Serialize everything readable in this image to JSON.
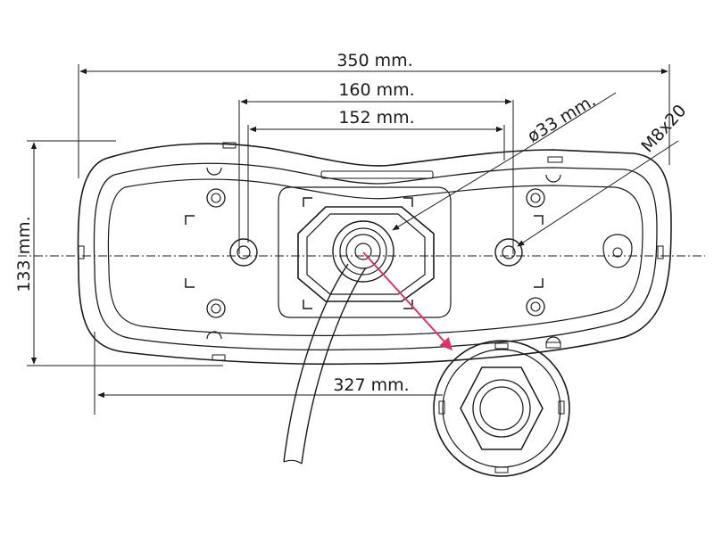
{
  "dimensions": {
    "overall_width": "350 mm.",
    "hole_spacing": "160 mm.",
    "inner_spacing": "152 mm.",
    "height": "133 mm.",
    "base_width": "327 mm.",
    "cable_diameter": "ø33 mm.",
    "bolt_size": "M8x20"
  },
  "colors": {
    "line": "#1a1a1a",
    "arrow": "#e0306a",
    "body_fill": "#ffffff"
  }
}
